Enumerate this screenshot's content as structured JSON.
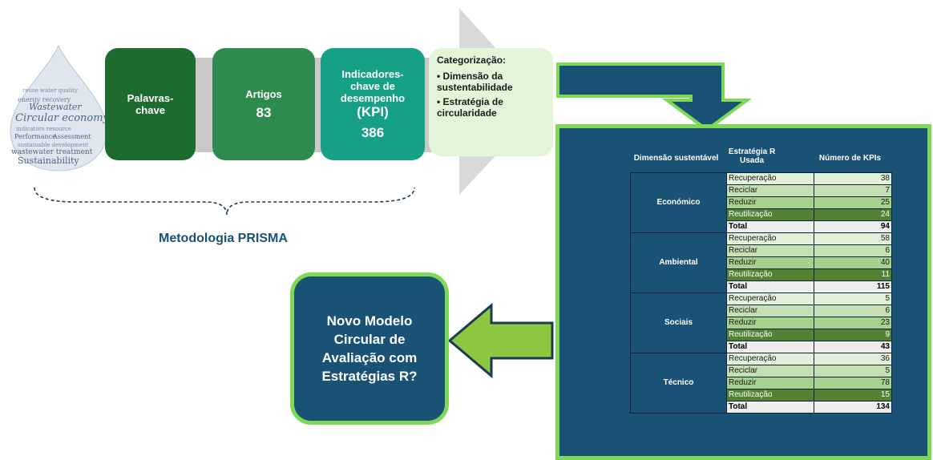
{
  "drop": {
    "words": [
      "Wastewater",
      "Circular economy",
      "Performance",
      "Assessment",
      "wastewater treatment",
      "Sustainability"
    ]
  },
  "boxes": {
    "keywords": {
      "label": "Palavras-chave"
    },
    "articles": {
      "label": "Artigos",
      "value": "83"
    },
    "kpi": {
      "label_line1": "Indicadores-chave de desempenho",
      "label_line2": "(KPI)",
      "value": "386"
    },
    "categorization": {
      "title": "Categorização:",
      "items": [
        "• Dimensão da sustentabilidade",
        "• Estratégia de circularidade"
      ]
    }
  },
  "prisma_label": "Metodologia PRISMA",
  "new_model": "Novo Modelo Circular de Avaliação com Estratégias R?",
  "colors": {
    "dark_green": "#1e6b2f",
    "mid_green": "#2e8b4f",
    "teal": "#16a085",
    "light_green": "#e2f5d8",
    "navy": "#1a5276",
    "lime": "#7ed957"
  },
  "table": {
    "headers": [
      "Dimensão sustentável",
      "Estratégia R Usada",
      "Número de KPIs"
    ],
    "groups": [
      {
        "dimension": "Económico",
        "rows": [
          {
            "strategy": "Recuperação",
            "count": "38"
          },
          {
            "strategy": "Reciclar",
            "count": "7"
          },
          {
            "strategy": "Reduzir",
            "count": "25"
          },
          {
            "strategy": "Reutilização",
            "count": "24"
          },
          {
            "strategy": "Total",
            "count": "94"
          }
        ]
      },
      {
        "dimension": "Ambiental",
        "rows": [
          {
            "strategy": "Recuperação",
            "count": "58"
          },
          {
            "strategy": "Reciclar",
            "count": "6"
          },
          {
            "strategy": "Reduzir",
            "count": "40"
          },
          {
            "strategy": "Reutilização",
            "count": "11"
          },
          {
            "strategy": "Total",
            "count": "115"
          }
        ]
      },
      {
        "dimension": "Sociais",
        "rows": [
          {
            "strategy": "Recuperação",
            "count": "5"
          },
          {
            "strategy": "Reciclar",
            "count": "6"
          },
          {
            "strategy": "Reduzir",
            "count": "23"
          },
          {
            "strategy": "Reutilização",
            "count": "9"
          },
          {
            "strategy": "Total",
            "count": "43"
          }
        ]
      },
      {
        "dimension": "Técnico",
        "rows": [
          {
            "strategy": "Recuperação",
            "count": "36"
          },
          {
            "strategy": "Reciclar",
            "count": "5"
          },
          {
            "strategy": "Reduzir",
            "count": "78"
          },
          {
            "strategy": "Reutilização",
            "count": "15"
          },
          {
            "strategy": "Total",
            "count": "134"
          }
        ]
      }
    ]
  }
}
